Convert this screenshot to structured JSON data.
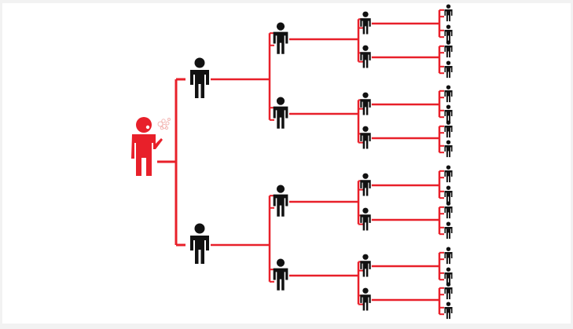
{
  "colors": {
    "background": "#ffffff",
    "border": "#f2f2f2",
    "connector": "#e8202a",
    "source_person": "#e8202a",
    "person": "#111111",
    "spray": "#f3b7b4"
  },
  "tree": {
    "root": {
      "icon": "person-coughing-icon",
      "role": "source"
    },
    "levels": [
      {
        "count": 2,
        "icon": "person-icon"
      },
      {
        "count": 4,
        "icon": "person-icon"
      },
      {
        "count": 8,
        "icon": "person-icon"
      },
      {
        "count": 16,
        "icon": "person-icon"
      }
    ]
  }
}
